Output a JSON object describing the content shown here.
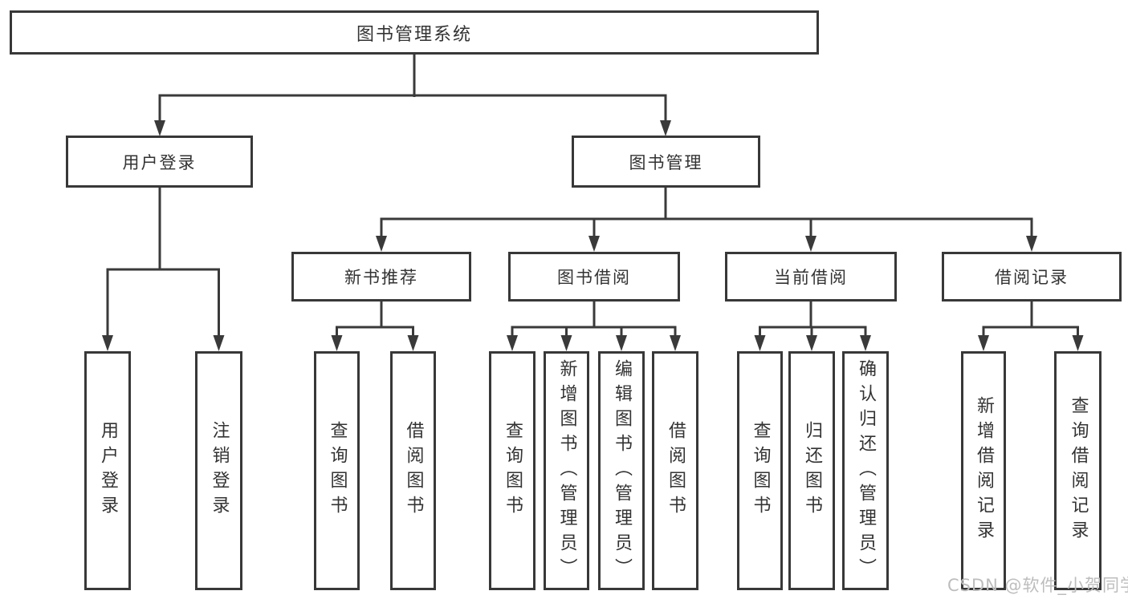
{
  "tree": {
    "label": "图书管理系统",
    "children": [
      {
        "label": "用户登录",
        "children": [
          {
            "label": "用户登录"
          },
          {
            "label": "注销登录"
          }
        ]
      },
      {
        "label": "图书管理",
        "children": [
          {
            "label": "新书推荐",
            "children": [
              {
                "label": "查询图书"
              },
              {
                "label": "借阅图书"
              }
            ]
          },
          {
            "label": "图书借阅",
            "children": [
              {
                "label": "查询图书"
              },
              {
                "label": "新增图书（管理员）"
              },
              {
                "label": "编辑图书（管理员）"
              },
              {
                "label": "借阅图书"
              }
            ]
          },
          {
            "label": "当前借阅",
            "children": [
              {
                "label": "查询图书"
              },
              {
                "label": "归还图书"
              },
              {
                "label": "确认归还（管理员）"
              }
            ]
          },
          {
            "label": "借阅记录",
            "children": [
              {
                "label": "新增借阅记录"
              },
              {
                "label": "查询借阅记录"
              }
            ]
          }
        ]
      }
    ]
  },
  "watermark": {
    "text": "CSDN @软件_小贺同学"
  },
  "colors": {
    "line": "#3a3a3a",
    "border": "#383838",
    "text": "#333333",
    "watermark": "#bdbdbd",
    "background": "#ffffff"
  }
}
